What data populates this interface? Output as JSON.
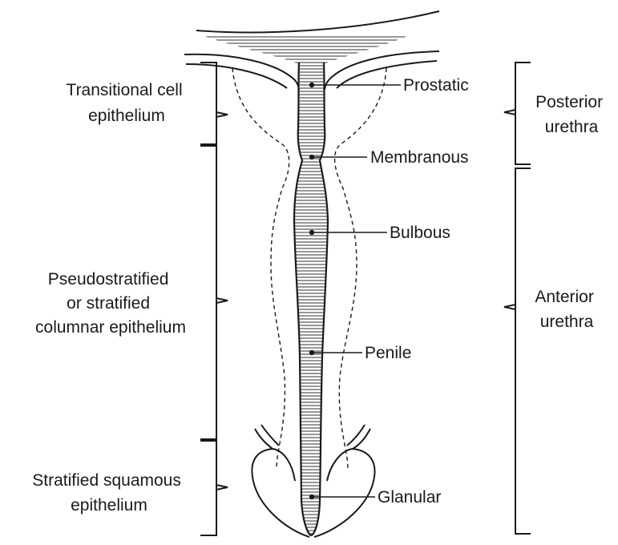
{
  "colors": {
    "ink": "#1a1a1a",
    "background": "#ffffff"
  },
  "epithelium_labels": {
    "transitional": [
      "Transitional cell",
      "epithelium"
    ],
    "pseudostratified": [
      "Pseudostratified",
      "or stratified",
      "columnar epithelium"
    ],
    "squamous": [
      "Stratified squamous",
      "epithelium"
    ]
  },
  "segment_labels": {
    "prostatic": "Prostatic",
    "membranous": "Membranous",
    "bulbous": "Bulbous",
    "penile": "Penile",
    "glanular": "Glanular"
  },
  "region_labels": {
    "posterior": [
      "Posterior",
      "urethra"
    ],
    "anterior": [
      "Anterior",
      "urethra"
    ]
  }
}
